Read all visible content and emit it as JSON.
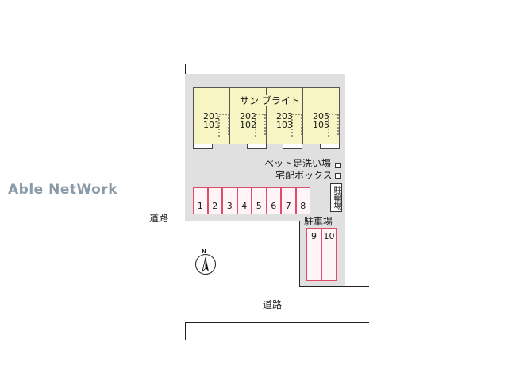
{
  "watermark": "Able NetWork",
  "building_name": "サン ブライト",
  "units": [
    {
      "upper": "201",
      "lower": "101"
    },
    {
      "upper": "202",
      "lower": "102"
    },
    {
      "upper": "203",
      "lower": "103"
    },
    {
      "upper": "205",
      "lower": "105"
    }
  ],
  "labels": {
    "pet_wash": "ペット足洗い場",
    "delivery_box": "宅配ボックス",
    "bicycle_parking": "駐輪場",
    "parking": "駐車場",
    "road_west": "道路",
    "road_south": "道路",
    "north": "N"
  },
  "parking_row": [
    "1",
    "2",
    "3",
    "4",
    "5",
    "6",
    "7",
    "8"
  ],
  "parking_side": [
    "9",
    "10"
  ],
  "colors": {
    "site": "#e0e0e0",
    "building": "#f7f5c3",
    "parking_border": "#e04c6c",
    "watermark": "#8a9aa6"
  }
}
